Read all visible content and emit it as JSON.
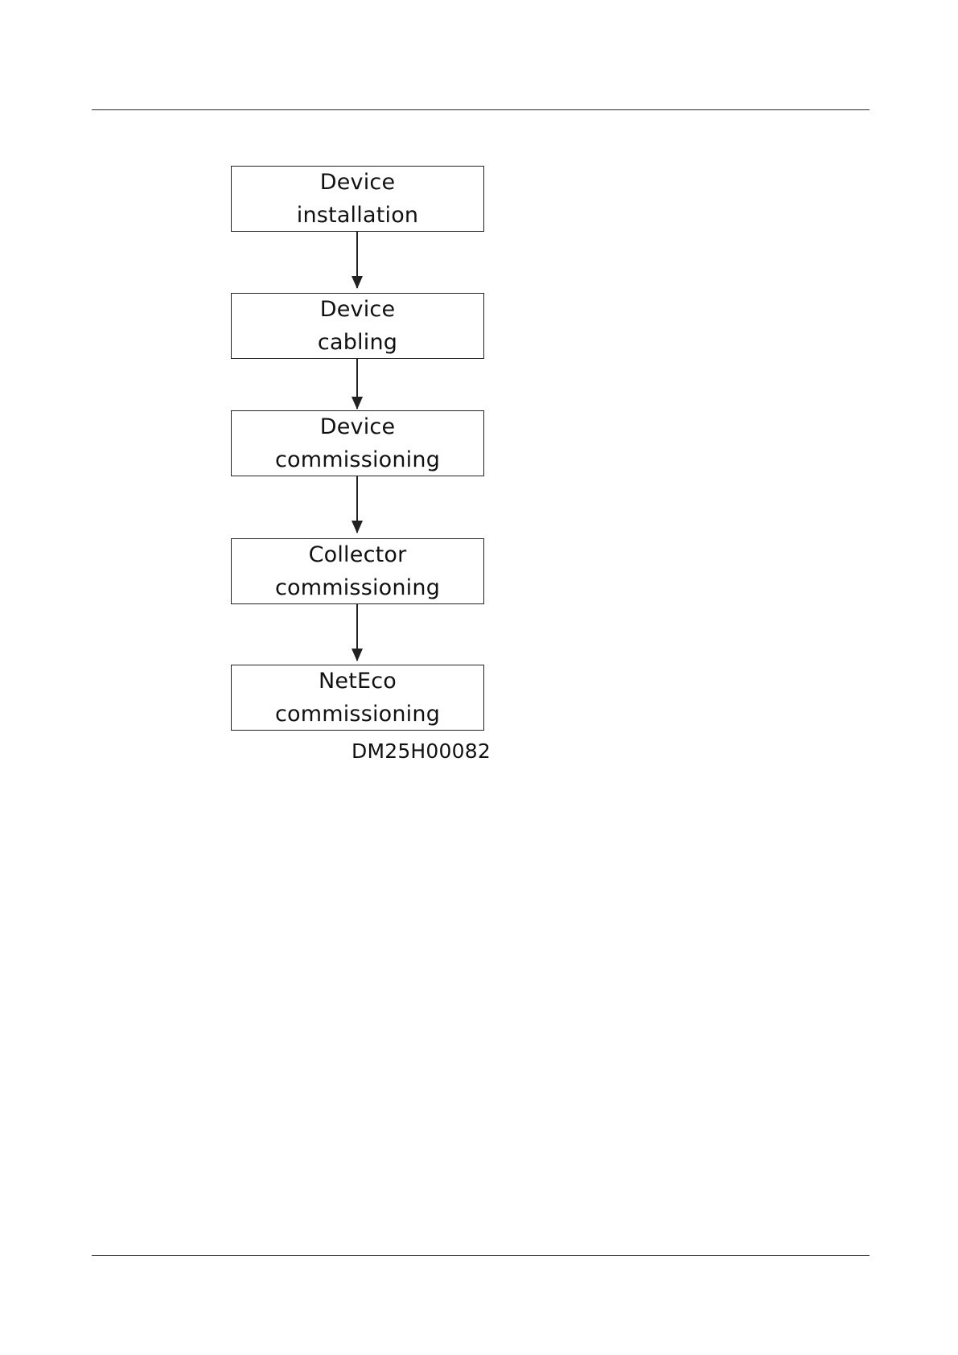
{
  "flowchart": {
    "steps": [
      {
        "line1": "Device",
        "line2": "installation"
      },
      {
        "line1": "Device",
        "line2": "cabling"
      },
      {
        "line1": "Device",
        "line2": "commissioning"
      },
      {
        "line1": "Collector",
        "line2": "commissioning"
      },
      {
        "line1": "NetEco",
        "line2": "commissioning"
      }
    ],
    "figure_code": "DM25H00082"
  },
  "colors": {
    "line": "#222222",
    "background": "#ffffff"
  }
}
